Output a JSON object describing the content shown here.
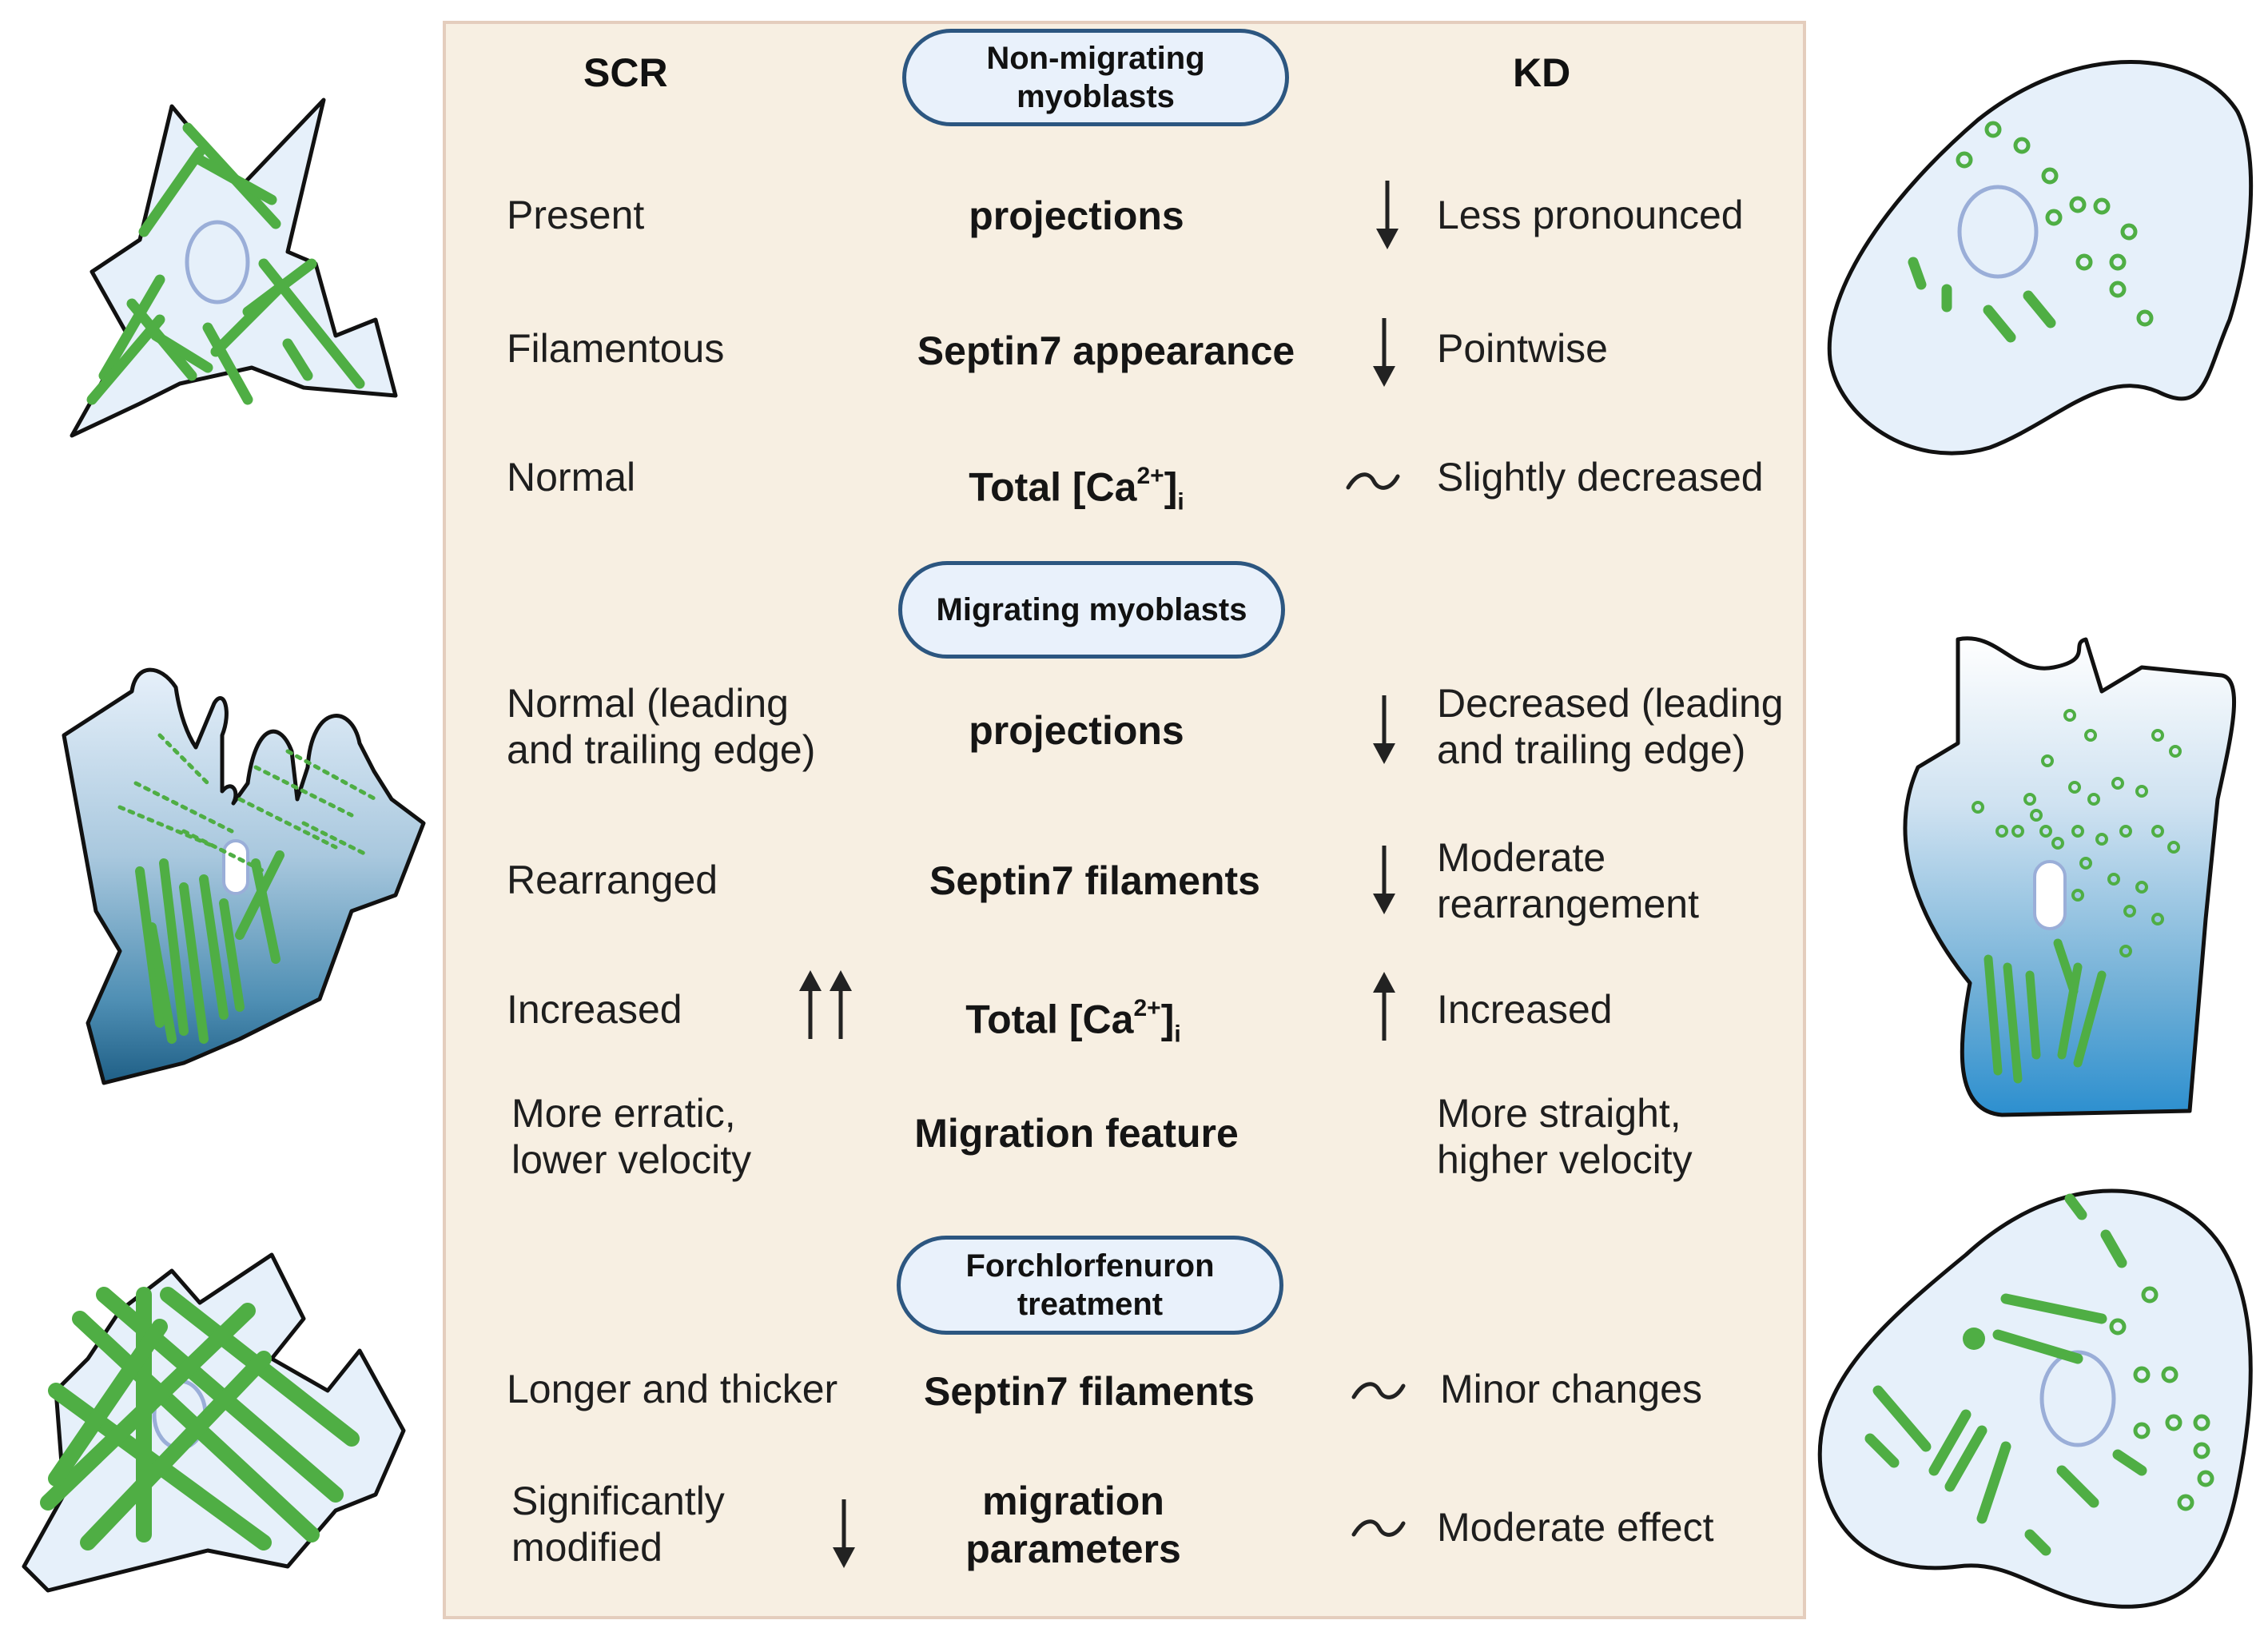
{
  "headers": {
    "left": "SCR",
    "right": "KD"
  },
  "sections": {
    "non_migrating": "Non-migrating\nmyoblasts",
    "migrating": "Migrating myoblasts",
    "forchlorfenuron": "Forchlorfenuron\ntreatment"
  },
  "rows": [
    {
      "scr": "Present",
      "feature": "projections",
      "kd": "Less pronounced",
      "kd_icon": "down-arrow-icon"
    },
    {
      "scr": "Filamentous",
      "feature": "Septin7 appearance",
      "kd": "Pointwise",
      "kd_icon": "down-arrow-icon"
    },
    {
      "scr": "Normal",
      "feature_main": "Total [Ca",
      "feature_sup": "2+",
      "feature_close": "]",
      "feature_sub": "i",
      "kd": "Slightly decreased",
      "kd_icon": "tilde-icon"
    },
    {
      "scr": "Normal (leading\nand trailing edge)",
      "feature": "projections",
      "kd": "Decreased (leading\nand trailing edge)",
      "kd_icon": "down-arrow-icon"
    },
    {
      "scr": "Rearranged",
      "feature": "Septin7 filaments",
      "kd": "Moderate\nrearrangement",
      "kd_icon": "down-arrow-icon"
    },
    {
      "scr": "Increased",
      "scr_icon": "double-up-arrow-icon",
      "feature_main": "Total [Ca",
      "feature_sup": "2+",
      "feature_close": "]",
      "feature_sub": "i",
      "kd": "Increased",
      "kd_icon": "up-arrow-icon"
    },
    {
      "scr": "More erratic,\nlower velocity",
      "feature": "Migration feature",
      "kd": "More straight,\nhigher velocity"
    },
    {
      "scr": "Longer and thicker",
      "feature": "Septin7 filaments",
      "kd": "Minor changes",
      "kd_icon": "tilde-icon"
    },
    {
      "scr": "Significantly\nmodified",
      "scr_icon": "down-arrow-icon",
      "feature": "migration\nparameters",
      "kd": "Moderate effect",
      "kd_icon": "tilde-icon"
    }
  ],
  "colors": {
    "panel_bg": "#f7efe2",
    "pill_border": "#2c5680",
    "pill_bg": "#e9f1fb",
    "cell_bg": "#e6f0fa",
    "filament_green": "#4fae44",
    "nucleus_stroke": "#9aaed8",
    "gradient_dark": "#1f5f86"
  }
}
